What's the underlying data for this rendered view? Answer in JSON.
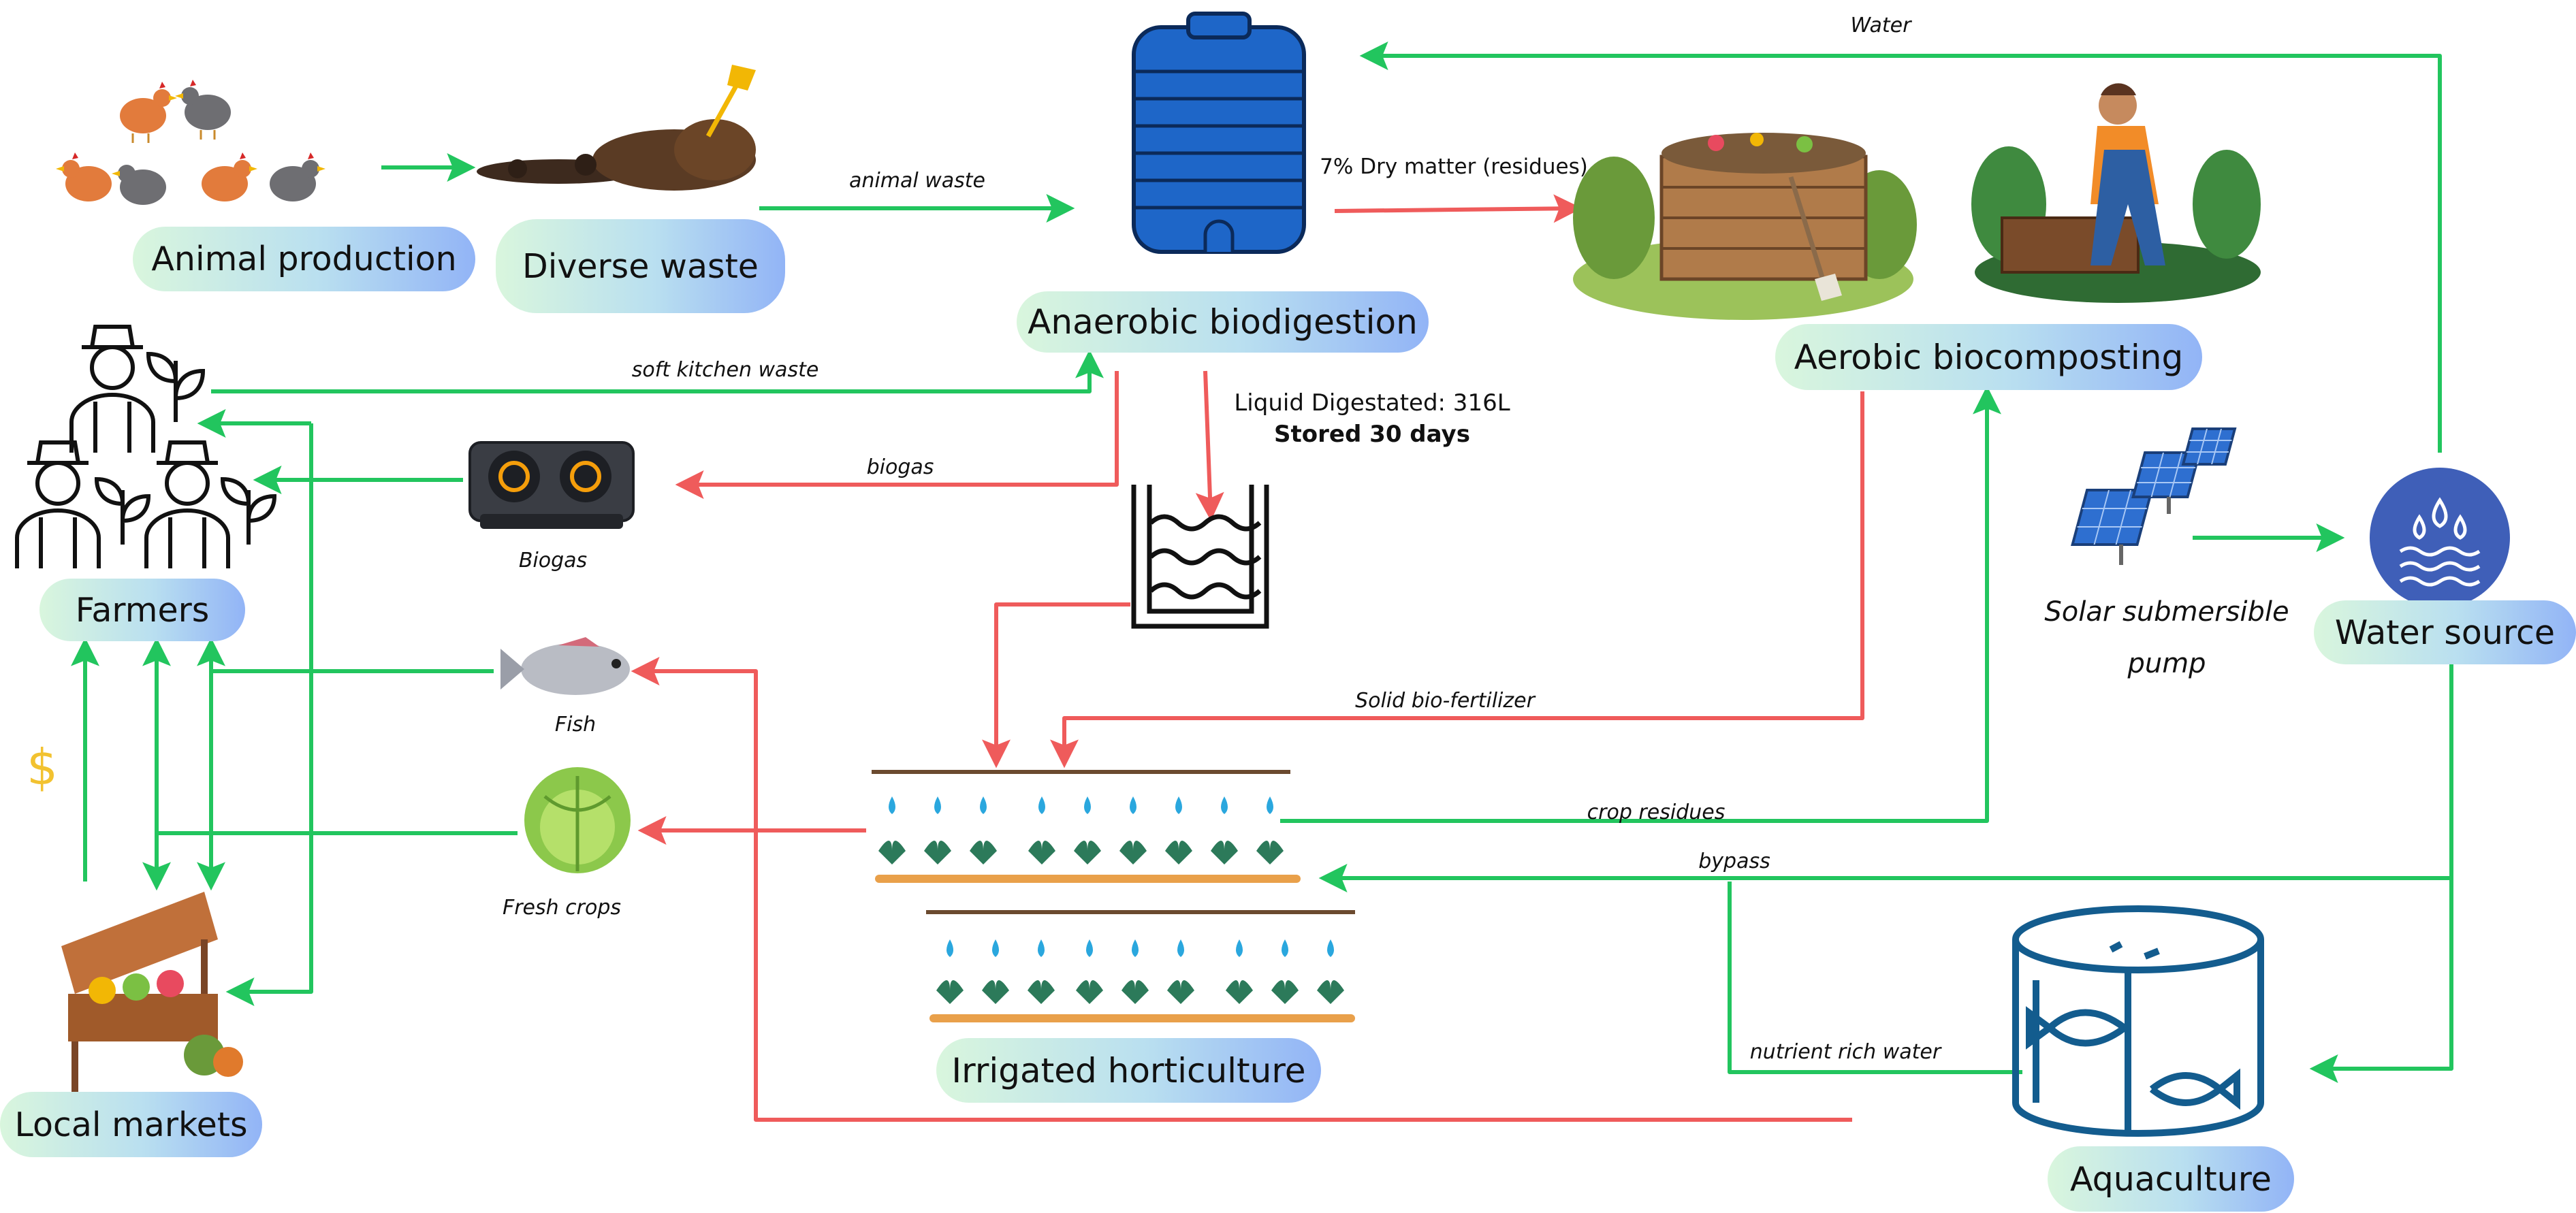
{
  "nodes": {
    "animal_production": "Animal production",
    "diverse_waste": "Diverse waste",
    "anaerobic_biodigestion": "Anaerobic biodigestion",
    "aerobic_biocomposting": "Aerobic biocomposting",
    "farmers": "Farmers",
    "local_markets": "Local markets",
    "irrigated_horticulture": "Irrigated horticulture",
    "water_source": "Water source",
    "aquaculture": "Aquaculture"
  },
  "flows": {
    "water": "Water",
    "animal_waste": "animal waste",
    "dry_matter": "7% Dry matter (residues)",
    "soft_kitchen_waste": "soft kitchen waste",
    "liquid_digestate": "Liquid Digestated: 316L",
    "stored": "Stored 30 days",
    "biogas": "biogas",
    "solid_bio_fertilizer": "Solid bio-fertilizer",
    "crop_residues": "crop residues",
    "bypass": "bypass",
    "nutrient_rich_water": "nutrient rich water"
  },
  "products": {
    "biogas": "Biogas",
    "fish": "Fish",
    "fresh_crops": "Fresh crops",
    "solar_pump_line1": "Solar submersible",
    "solar_pump_line2": "pump",
    "dollar": "$"
  },
  "colors": {
    "green_flow": "#22c55e",
    "red_flow": "#ef5b5b",
    "tank_blue": "#1e66c8",
    "water_circle": "#3f5fb8",
    "aquaculture_blue": "#135c8e",
    "pill_start": "#d9f6dd",
    "pill_end": "#92b4f6"
  }
}
